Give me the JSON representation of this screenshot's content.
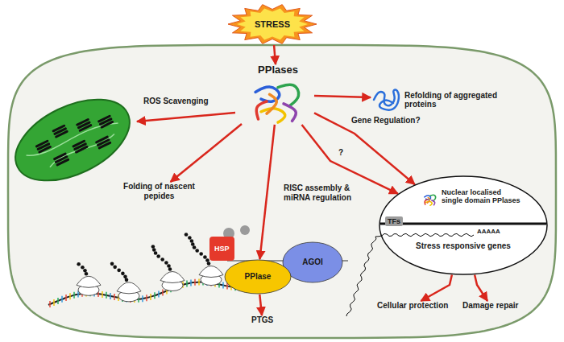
{
  "diagram": {
    "nodes": [
      {
        "text": [
          "STRESS"
        ]
      },
      {
        "text": [
          "PPlases"
        ]
      },
      {
        "text": [
          "Refolding of aggregated proteins"
        ]
      },
      {
        "text": [
          "Folding of nascent pepides"
        ]
      },
      {
        "text": [
          "HSP"
        ]
      },
      {
        "text": [
          "AGOI"
        ]
      },
      {
        "text": [
          "PPlase"
        ]
      },
      {
        "text": [
          "PTGS"
        ]
      },
      {
        "text": [
          "Nuclear localised single domain PPlases",
          "Stress responsive genes"
        ]
      },
      {
        "text": [
          "TFs"
        ],
        "in": 8
      },
      {
        "text": [
          "Cellular protection"
        ]
      },
      {
        "text": [
          "Damage repair"
        ]
      }
    ],
    "edges": [
      {
        "from": 0,
        "to": 1,
        "arrow": "to"
      },
      {
        "from": 1,
        "to": 2,
        "arrow": "to"
      },
      {
        "from": 1,
        "to": 3,
        "arrow": "to"
      },
      {
        "from": 1,
        "to": 6,
        "label": "RISC assembly & miRNA regulation",
        "arrow": "to"
      },
      {
        "from": 1,
        "to": 8,
        "label": "Gene Regulation?",
        "arrow": "to"
      },
      {
        "from": 1,
        "to": 8,
        "label": "?",
        "arrow": "to"
      },
      {
        "from": 6,
        "to": 7,
        "arrow": "to"
      },
      {
        "from": 8,
        "to": 10,
        "arrow": "to"
      },
      {
        "from": 8,
        "to": 11,
        "arrow": "to"
      }
    ],
    "labels": [
      "ROS Scavenging",
      "AAAAA"
    ]
  }
}
